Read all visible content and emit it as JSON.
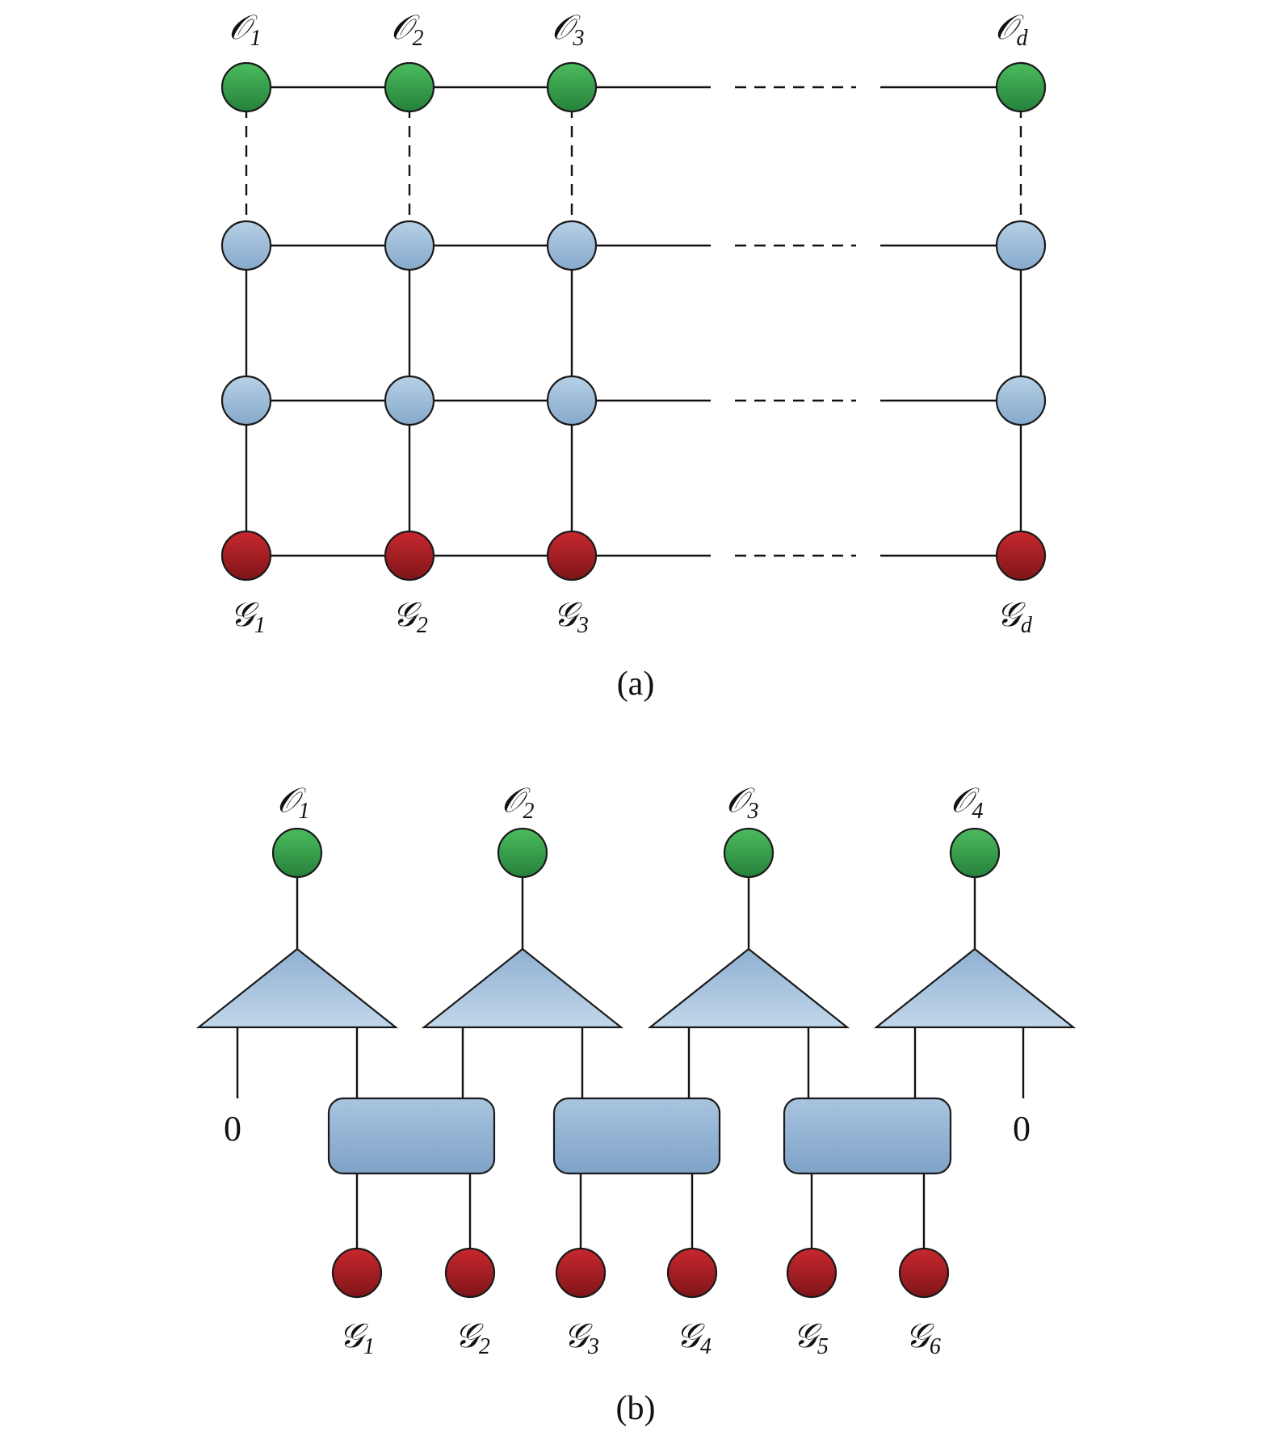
{
  "colors": {
    "green_node": "#2e9a44",
    "blue_node": "#9dbbd9",
    "red_node": "#a81f25",
    "line": "#111111"
  },
  "panel_a": {
    "top_labels": [
      {
        "base": "𝒪",
        "sub": "1"
      },
      {
        "base": "𝒪",
        "sub": "2"
      },
      {
        "base": "𝒪",
        "sub": "3"
      },
      {
        "base": "𝒪",
        "sub": "d"
      }
    ],
    "bottom_labels": [
      {
        "base": "𝒢",
        "sub": "1"
      },
      {
        "base": "𝒢",
        "sub": "2"
      },
      {
        "base": "𝒢",
        "sub": "3"
      },
      {
        "base": "𝒢",
        "sub": "d"
      }
    ],
    "caption": "(a)"
  },
  "panel_b": {
    "top_labels": [
      {
        "base": "𝒪",
        "sub": "1"
      },
      {
        "base": "𝒪",
        "sub": "2"
      },
      {
        "base": "𝒪",
        "sub": "3"
      },
      {
        "base": "𝒪",
        "sub": "4"
      }
    ],
    "bottom_labels": [
      {
        "base": "𝒢",
        "sub": "1"
      },
      {
        "base": "𝒢",
        "sub": "2"
      },
      {
        "base": "𝒢",
        "sub": "3"
      },
      {
        "base": "𝒢",
        "sub": "4"
      },
      {
        "base": "𝒢",
        "sub": "5"
      },
      {
        "base": "𝒢",
        "sub": "6"
      }
    ],
    "boundary_left": "0",
    "boundary_right": "0",
    "caption": "(b)"
  }
}
